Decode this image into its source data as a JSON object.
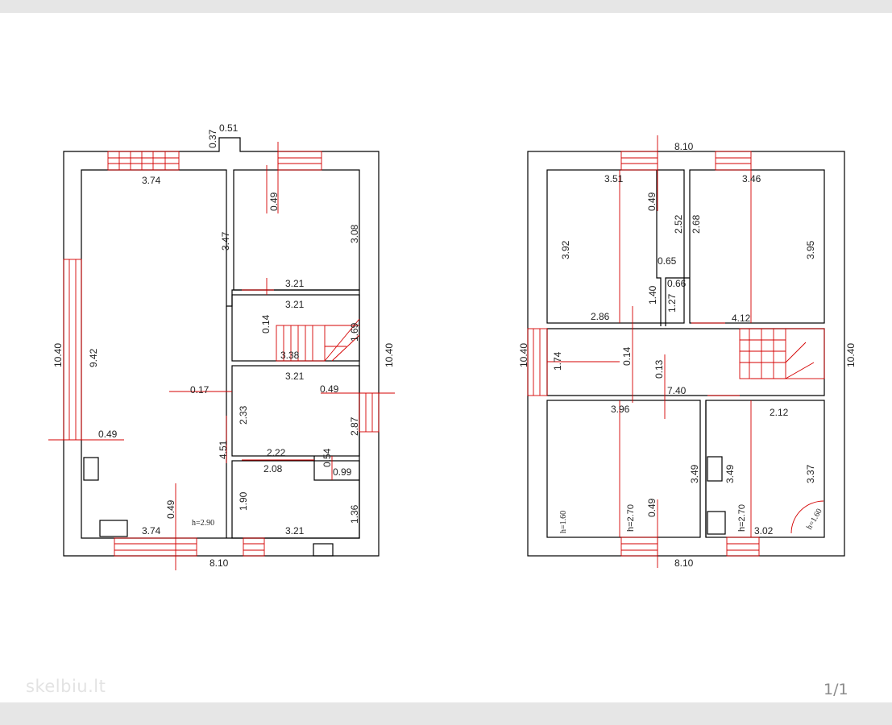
{
  "viewer": {
    "watermark": "skelbiu.lt",
    "page_indicator": "1/1"
  },
  "ground_floor": {
    "overall_width_bottom": "8.10",
    "overall_height_left": "10.40",
    "overall_height_right": "10.40",
    "chimney_a": "0.37",
    "chimney_b": "0.51",
    "living_width_top": "3.74",
    "living_width_bottom": "3.74",
    "living_height": "9.42",
    "partition_3_47": "3.47",
    "window_0_49_left": "0.49",
    "window_0_49_bottom": "0.49",
    "height_note": "h=2.90",
    "partition_0_17": "0.17",
    "dim_4_51": "4.51",
    "room_tr_window": "0.49",
    "room_tr_height": "3.08",
    "room_tr_width": "3.21",
    "stair_width": "3.21",
    "stair_gap": "0.14",
    "stair_height": "1.69",
    "stair_length": "3.38",
    "room_mid_width": "3.21",
    "room_mid_window": "0.49",
    "room_mid_height_a": "2.33",
    "room_mid_height_b": "2.87",
    "closet_width_a": "2.22",
    "closet_width_b": "2.08",
    "closet_depth": "0.54",
    "closet_width_c": "0.99",
    "bath_height_a": "1.90",
    "bath_height_b": "1.36",
    "bath_width": "3.21"
  },
  "upper_floor": {
    "overall_width_top": "8.10",
    "overall_width_bottom": "8.10",
    "overall_height_left": "10.40",
    "overall_height_right": "10.40",
    "room_tl_width": "3.51",
    "room_tl_window": "0.49",
    "room_tl_height": "3.92",
    "dim_2_52": "2.52",
    "dim_2_68": "2.68",
    "room_tr_width": "3.46",
    "room_tr_height": "3.95",
    "dim_0_65": "0.65",
    "dim_0_66": "0.66",
    "dim_1_40": "1.40",
    "dim_1_27": "1.27",
    "dim_2_86": "2.86",
    "dim_4_12": "4.12",
    "hall_height": "1.74",
    "hall_gap_a": "0.14",
    "hall_gap_b": "0.13",
    "hall_length": "7.40",
    "room_bl_width": "3.96",
    "room_bl_height": "3.49",
    "room_bl_height_note": "h=1.60",
    "room_bl_height_note_b": "h=2.70",
    "room_bl_window": "0.49",
    "bath_height": "3.49",
    "room_br_width": "2.12",
    "room_br_height": "3.37",
    "room_br_height_note": "h=2.70",
    "room_br_width_b": "3.02",
    "room_br_height_note_b": "h=1.60"
  }
}
